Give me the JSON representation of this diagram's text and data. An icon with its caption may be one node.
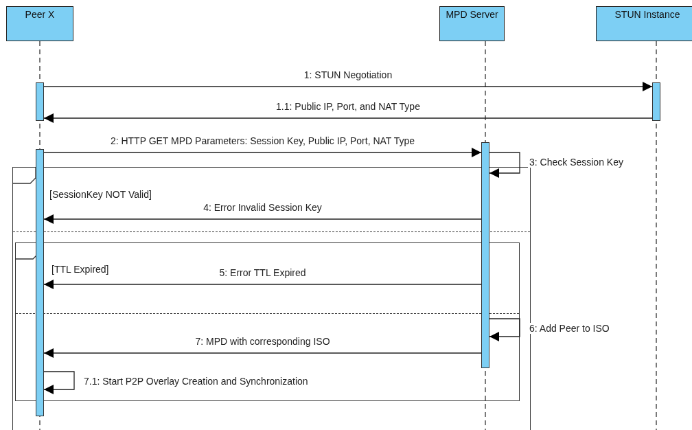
{
  "diagram": {
    "nodes": [
      {
        "text": [
          "Peer X"
        ]
      },
      {
        "text": [
          "MPD Server"
        ]
      },
      {
        "text": [
          "STUN Instance"
        ]
      },
      {
        "text": [],
        "shape": "bar"
      },
      {
        "text": [],
        "shape": "bar"
      },
      {
        "text": [],
        "shape": "bar"
      },
      {
        "text": [],
        "shape": "bar"
      }
    ],
    "edges": [
      {
        "from": 3,
        "to": 4,
        "arrow": "to",
        "label": "1: STUN Negotiation"
      },
      {
        "from": 4,
        "to": 3,
        "arrow": "to",
        "label": "1.1: Public IP, Port, and NAT Type"
      },
      {
        "from": 5,
        "to": 6,
        "arrow": "to",
        "label": "2: HTTP GET MPD Parameters: Session Key, Public IP, Port, NAT Type"
      },
      {
        "from": 6,
        "to": 6,
        "arrow": "to",
        "label": "3: Check Session Key"
      },
      {
        "from": 6,
        "to": 5,
        "arrow": "to",
        "label": "4: Error Invalid Session Key"
      },
      {
        "from": 6,
        "to": 5,
        "arrow": "to",
        "label": "5: Error TTL Expired"
      },
      {
        "from": 6,
        "to": 6,
        "arrow": "to",
        "label": "6: Add Peer to ISO"
      },
      {
        "from": 6,
        "to": 5,
        "arrow": "to",
        "label": "7: MPD with corresponding ISO"
      },
      {
        "from": 5,
        "to": 5,
        "arrow": "to",
        "label": "7.1: Start P2P Overlay Creation and Synchronization"
      }
    ],
    "labels": [
      "[SessionKey NOT Valid]",
      "[TTL Expired]"
    ]
  }
}
